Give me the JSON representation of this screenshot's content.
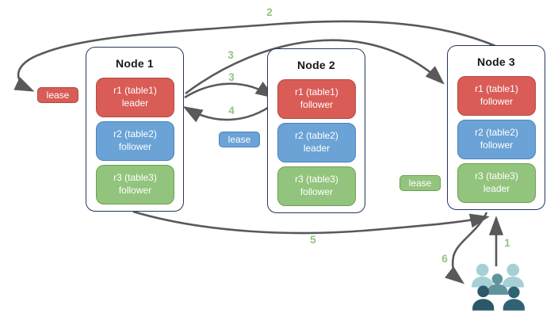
{
  "nodes": [
    {
      "title": "Node 1",
      "replicas": [
        {
          "name": "r1 (table1)",
          "role": "leader"
        },
        {
          "name": "r2 (table2)",
          "role": "follower"
        },
        {
          "name": "r3 (table3)",
          "role": "follower"
        }
      ]
    },
    {
      "title": "Node 2",
      "replicas": [
        {
          "name": "r1 (table1)",
          "role": "follower"
        },
        {
          "name": "r2 (table2)",
          "role": "leader"
        },
        {
          "name": "r3 (table3)",
          "role": "follower"
        }
      ]
    },
    {
      "title": "Node 3",
      "replicas": [
        {
          "name": "r1 (table1)",
          "role": "follower"
        },
        {
          "name": "r2 (table2)",
          "role": "follower"
        },
        {
          "name": "r3 (table3)",
          "role": "leader"
        }
      ]
    }
  ],
  "leases": [
    {
      "label": "lease",
      "color": "#d95c57"
    },
    {
      "label": "lease",
      "color": "#6ba3d6"
    },
    {
      "label": "lease",
      "color": "#93c47d"
    }
  ],
  "steps": [
    {
      "label": "2"
    },
    {
      "label": "3"
    },
    {
      "label": "3"
    },
    {
      "label": "4"
    },
    {
      "label": "5"
    },
    {
      "label": "6"
    },
    {
      "label": "1"
    }
  ],
  "icons": {
    "users": "users-icon"
  },
  "colors": {
    "replica_red": "#d95c57",
    "replica_blue": "#6ba3d6",
    "replica_green": "#93c47d",
    "node_border": "#24385b",
    "arrow": "#595959",
    "step_label": "#93c47d",
    "users_light_teal": "#a5d0d6",
    "users_mid_teal": "#5f949c",
    "users_dark_navy": "#2b5869",
    "users_dark_teal": "#2f6374"
  }
}
